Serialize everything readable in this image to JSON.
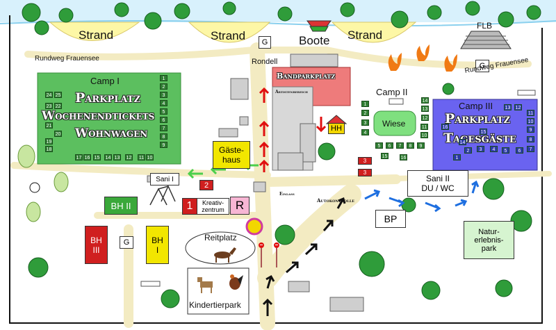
{
  "map": {
    "beach_labels": [
      "Strand",
      "Strand",
      "Strand"
    ],
    "boats_label": "Boote",
    "flb_label": "FLB",
    "garage_label": "G",
    "rundweg_left": "Rundweg Frauensee",
    "rundweg_right": "Rundweg Frauensee",
    "rondell": "Rondell",
    "bandparkplatz": "Bandparkplatz",
    "artistenbereich": "Artistenbereich",
    "hh": "HH",
    "camp1_title": "Camp I",
    "camp1_text": [
      "Parkplatz",
      "Wochenendtickets",
      "Wohnwagen"
    ],
    "camp2_title": "Camp II",
    "wiese": "Wiese",
    "camp3_title": "Camp III",
    "camp3_text": [
      "Parkplatz",
      "Tagesgäste"
    ],
    "gaestehaus": [
      "Gäste-",
      "haus"
    ],
    "sani1": "Sani I",
    "sani2": [
      "Sani II",
      "DU / WC"
    ],
    "bh2": "BH II",
    "bh3": [
      "BH",
      "III"
    ],
    "bh1": [
      "BH",
      "I"
    ],
    "kreativzentrum": [
      "Kreativ-",
      "zentrum"
    ],
    "r_label": "R",
    "einlass": "Einlass",
    "autokontrolle": "Autokontrolle",
    "bp": "BP",
    "reitplatz": "Reitplatz",
    "kindertierpark": "Kindertierpark",
    "naturerlebnispark": [
      "Natur-",
      "erlebnis-",
      "park"
    ],
    "camp1_numbers": [
      "1",
      "2",
      "3",
      "4",
      "5",
      "6",
      "7",
      "8",
      "9",
      "10",
      "11",
      "12",
      "13",
      "14",
      "15",
      "16",
      "17",
      "18",
      "19",
      "20",
      "21",
      "22",
      "23",
      "24",
      "25"
    ],
    "camp2_numbers": [
      "1",
      "2",
      "3",
      "4",
      "5",
      "6",
      "7",
      "8",
      "9",
      "10",
      "11",
      "12",
      "13",
      "14",
      "15",
      "16"
    ],
    "camp3_numbers": [
      "1",
      "2",
      "3",
      "4",
      "5",
      "6",
      "7",
      "8",
      "9",
      "10",
      "11",
      "12",
      "13",
      "14",
      "15",
      "16"
    ],
    "colors": {
      "camp1": "#5cbf5f",
      "camp2_wiese": "#7fe07f",
      "camp3": "#6a63f0",
      "bandparkplatz": "#ee7b7b",
      "beach": "#fdf7a6",
      "path": "#f6efc8",
      "water": "#cfeefd",
      "red_arrow": "#e01010",
      "green_arrow": "#4ccf4c",
      "blue_arrow": "#1e6fe0",
      "black_arrow": "#111111"
    }
  }
}
